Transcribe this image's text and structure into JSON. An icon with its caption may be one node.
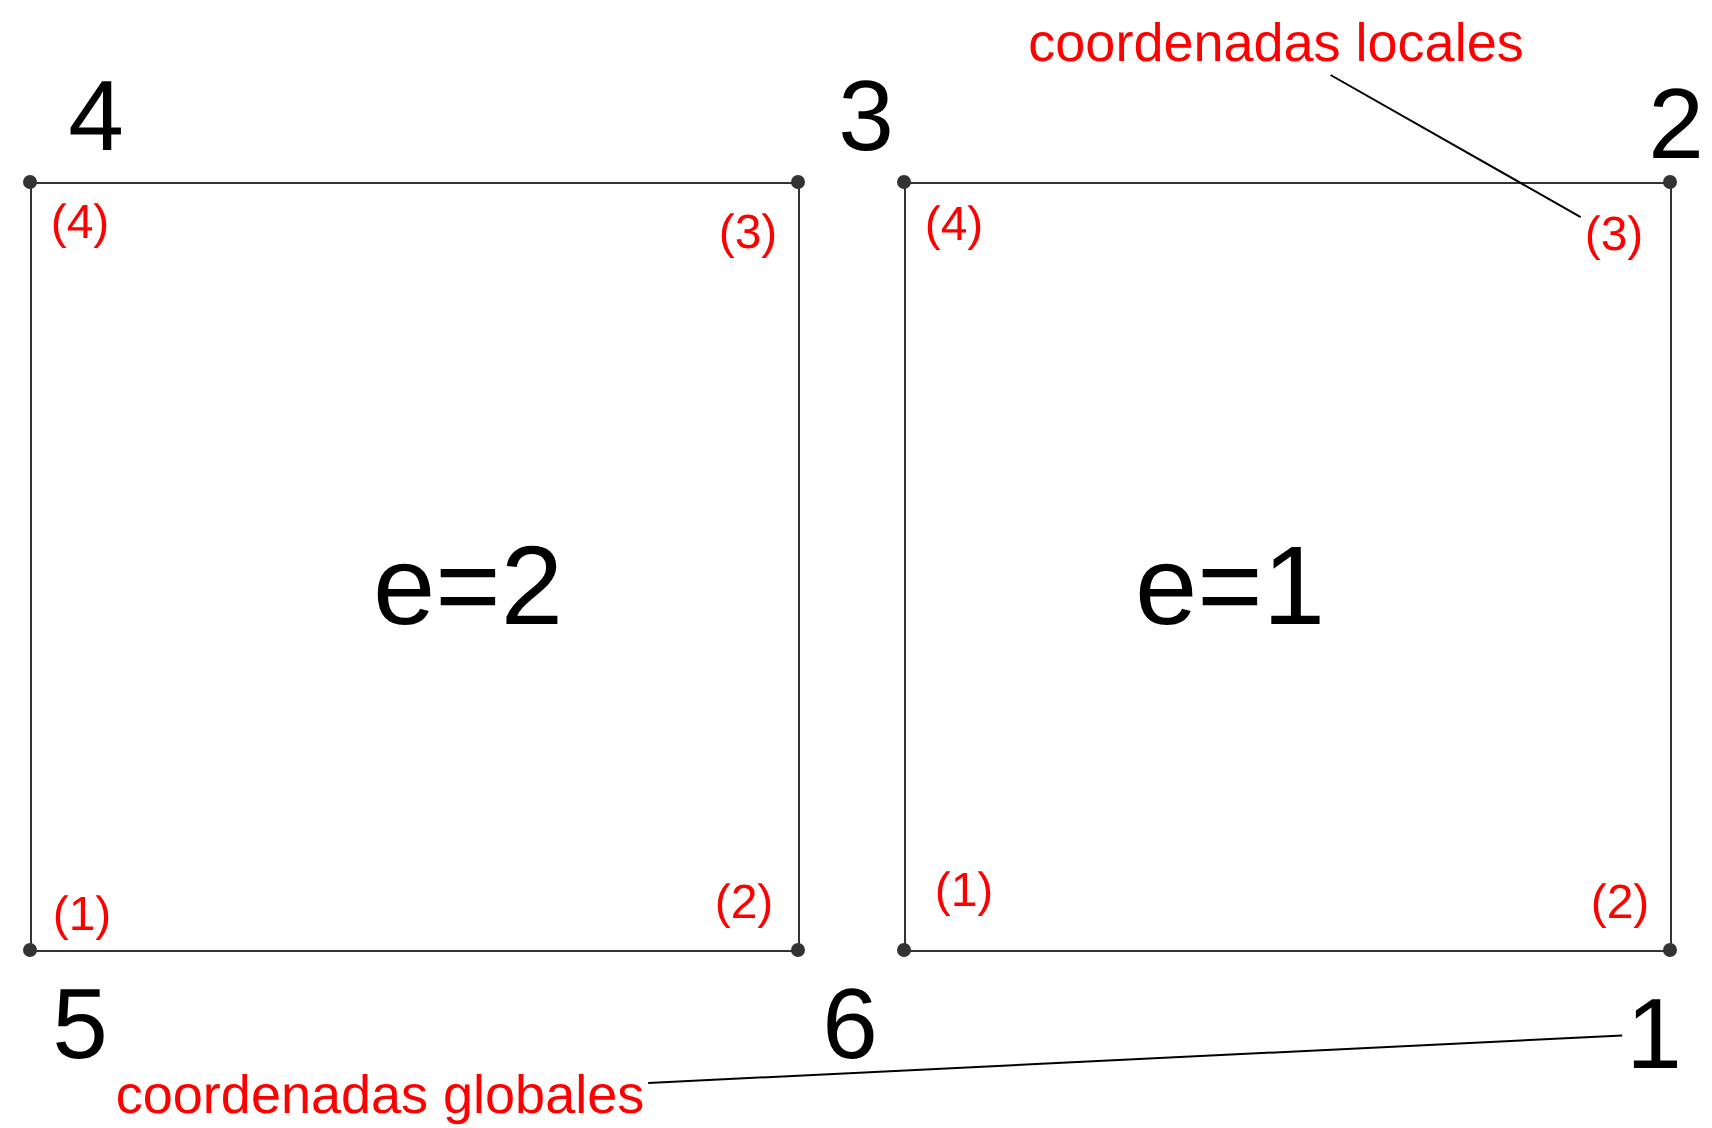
{
  "diagram": {
    "nodes": [
      {
        "text": [
          "coordenadas locales"
        ]
      },
      {
        "text": [
          "e=2"
        ]
      },
      {
        "text": [
          "e=1"
        ]
      },
      {
        "text": [
          "(3)"
        ],
        "in": 2
      },
      {
        "text": [
          "1"
        ]
      },
      {
        "text": [
          "coordenadas globales"
        ]
      }
    ],
    "edges": [
      {
        "from": 0,
        "to": 3,
        "arrow": "none"
      },
      {
        "from": 5,
        "to": 4,
        "arrow": "none"
      }
    ],
    "labels": [
      "4",
      "3",
      "2",
      "(4)",
      "(3)",
      "(4)",
      "(1)",
      "(2)",
      "(1)",
      "(2)",
      "5",
      "6"
    ]
  }
}
